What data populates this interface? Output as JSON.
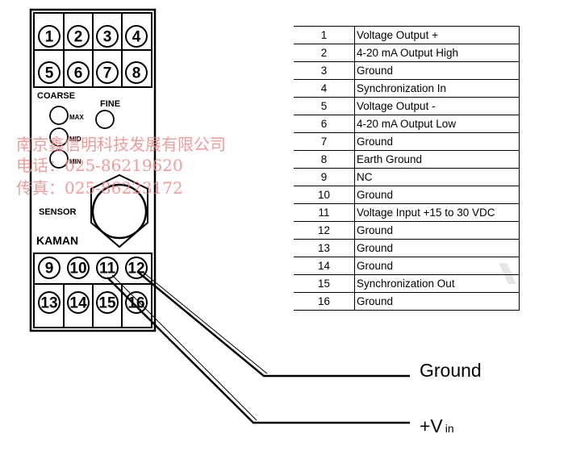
{
  "device": {
    "brand": "KAMAN",
    "coarse_label": "COARSE",
    "fine_label": "FINE",
    "sensor_label": "SENSOR",
    "pot_max": "MAX",
    "pot_mid": "MID",
    "pot_min": "MIN",
    "top_terminals_row1": [
      "1",
      "2",
      "3",
      "4"
    ],
    "top_terminals_row2": [
      "5",
      "6",
      "7",
      "8"
    ],
    "bottom_terminals_row1": [
      "9",
      "10",
      "11",
      "12"
    ],
    "bottom_terminals_row2": [
      "13",
      "14",
      "15",
      "16"
    ]
  },
  "watermark": {
    "line1": "南京鑫信明科技发展有限公司",
    "line2": "电话：025-86219620",
    "line3": "传真：025-86223172"
  },
  "pin_table": [
    {
      "pin": "1",
      "function": "Voltage Output +"
    },
    {
      "pin": "2",
      "function": "4-20 mA Output High"
    },
    {
      "pin": "3",
      "function": "Ground"
    },
    {
      "pin": "4",
      "function": "Synchronization In"
    },
    {
      "pin": "5",
      "function": "Voltage Output -"
    },
    {
      "pin": "6",
      "function": "4-20 mA Output Low"
    },
    {
      "pin": "7",
      "function": "Ground"
    },
    {
      "pin": "8",
      "function": "Earth Ground"
    },
    {
      "pin": "9",
      "function": "NC"
    },
    {
      "pin": "10",
      "function": "Ground"
    },
    {
      "pin": "11",
      "function": "Voltage Input +15 to 30 VDC"
    },
    {
      "pin": "12",
      "function": "Ground"
    },
    {
      "pin": "13",
      "function": "Ground"
    },
    {
      "pin": "14",
      "function": "Ground"
    },
    {
      "pin": "15",
      "function": "Synchronization Out"
    },
    {
      "pin": "16",
      "function": "Ground"
    }
  ],
  "wiring": {
    "ground_label": "Ground",
    "vin_label": "+V",
    "vin_subscript": "in"
  }
}
